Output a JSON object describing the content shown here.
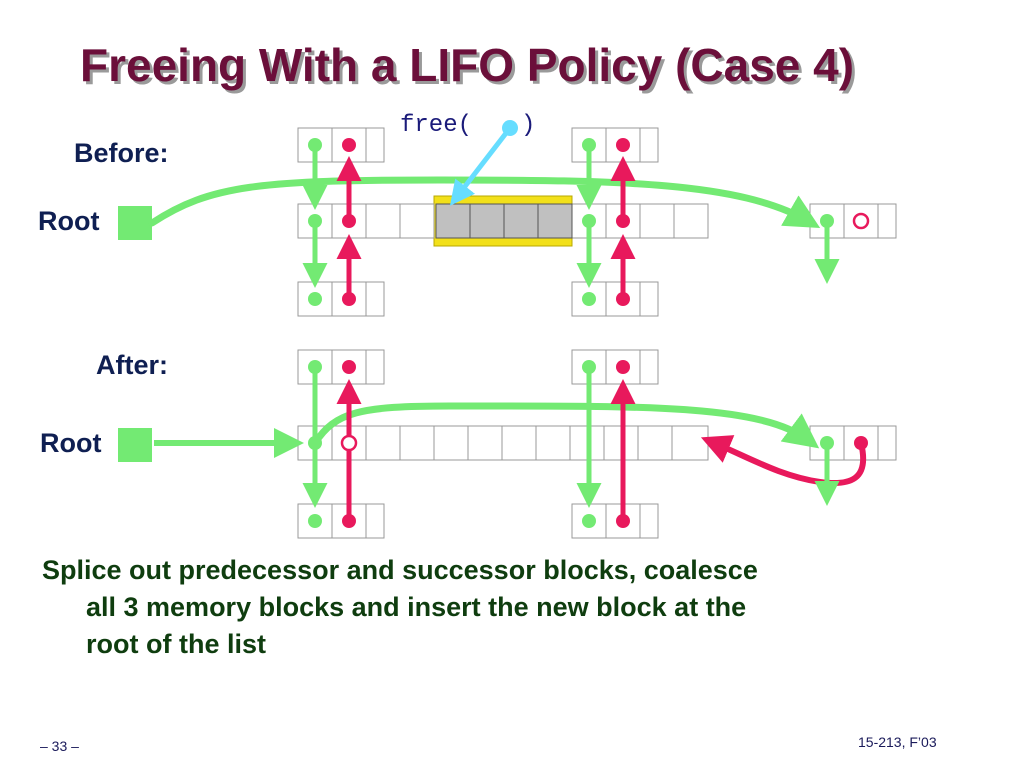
{
  "slide": {
    "title": "Freeing With a LIFO Policy (Case 4)",
    "before_label": "Before:",
    "after_label": "After:",
    "root_label_before": "Root",
    "root_label_after": "Root",
    "free_call_prefix": "free(",
    "free_call_suffix": ")",
    "body_lines": [
      "Splice out predecessor and successor blocks, coalesce",
      "all 3 memory blocks and insert the new block at the",
      "root of the list"
    ],
    "footer_left": "– 33 –",
    "footer_right": "15-213, F’03"
  },
  "colors": {
    "title": "#6b0f3a",
    "next_pointer_green": "#73ea73",
    "prev_pointer_red": "#e8195c",
    "freed_block_gray": "#c0c0c0",
    "freed_block_outline": "#f2e01a",
    "free_arrow_cyan": "#66ddff",
    "text_navy": "#0f1f52",
    "body_green": "#0f3d0f"
  }
}
